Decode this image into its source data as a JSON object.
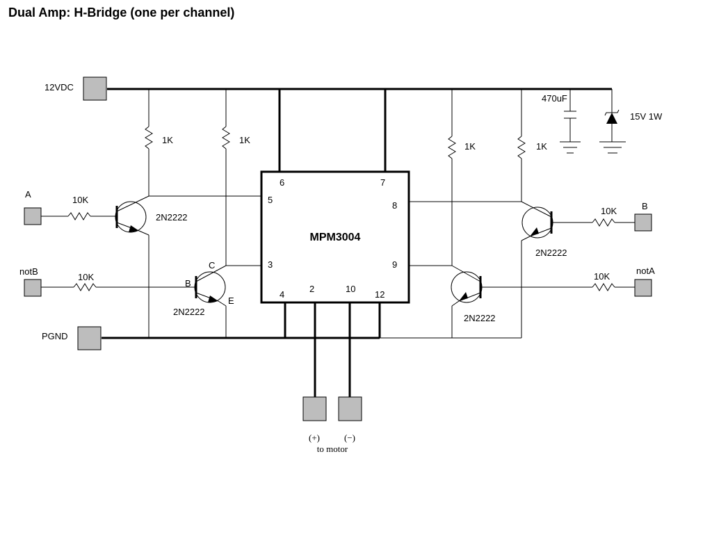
{
  "title": "Dual Amp: H-Bridge (one per channel)",
  "ic": {
    "name": "MPM3004",
    "pins": {
      "p6": "6",
      "p7": "7",
      "p5": "5",
      "p8": "8",
      "p3": "3",
      "p9": "9",
      "p4": "4",
      "p2": "2",
      "p10": "10",
      "p12": "12"
    }
  },
  "terminals": {
    "v12": "12VDC",
    "pgnd": "PGND",
    "a": "A",
    "notb": "notB",
    "b": "B",
    "nota": "notA"
  },
  "components": {
    "r1": "1K",
    "r2": "1K",
    "r3": "1K",
    "r4": "1K",
    "rb1": "10K",
    "rb2": "10K",
    "rb3": "10K",
    "rb4": "10K",
    "q1": "2N2222",
    "q2": "2N2222",
    "q3": "2N2222",
    "q4": "2N2222",
    "q2_c": "C",
    "q2_b": "B",
    "q2_e": "E",
    "cap": "470uF",
    "zener": "15V 1W"
  },
  "motor": {
    "plus": "(+)",
    "minus": "(−)",
    "label": "to motor"
  }
}
